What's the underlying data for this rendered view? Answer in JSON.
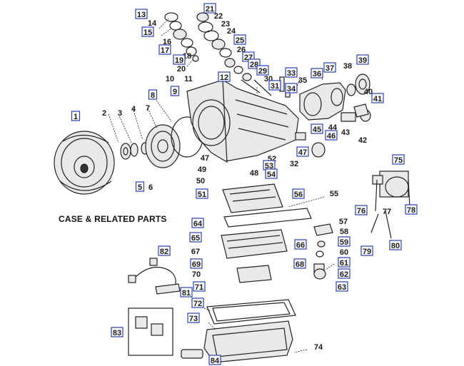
{
  "title": "CASE & RELATED PARTS",
  "labels": [
    {
      "num": "1",
      "boxed": true
    },
    {
      "num": "2",
      "boxed": false
    },
    {
      "num": "3",
      "boxed": false
    },
    {
      "num": "4",
      "boxed": false
    },
    {
      "num": "5",
      "boxed": true
    },
    {
      "num": "6",
      "boxed": false
    },
    {
      "num": "7",
      "boxed": false
    },
    {
      "num": "8",
      "boxed": true
    },
    {
      "num": "9",
      "boxed": true
    },
    {
      "num": "10",
      "boxed": false
    },
    {
      "num": "11",
      "boxed": false
    },
    {
      "num": "12",
      "boxed": true
    },
    {
      "num": "13",
      "boxed": true
    },
    {
      "num": "14",
      "boxed": false
    },
    {
      "num": "15",
      "boxed": true
    },
    {
      "num": "16",
      "boxed": false
    },
    {
      "num": "17",
      "boxed": true
    },
    {
      "num": "18",
      "boxed": false
    },
    {
      "num": "19",
      "boxed": true
    },
    {
      "num": "20",
      "boxed": false
    },
    {
      "num": "21",
      "boxed": true
    },
    {
      "num": "22",
      "boxed": false
    },
    {
      "num": "23",
      "boxed": false
    },
    {
      "num": "24",
      "boxed": false
    },
    {
      "num": "25",
      "boxed": true
    },
    {
      "num": "26",
      "boxed": false
    },
    {
      "num": "27",
      "boxed": true
    },
    {
      "num": "28",
      "boxed": true
    },
    {
      "num": "29",
      "boxed": true
    },
    {
      "num": "30",
      "boxed": false
    },
    {
      "num": "31",
      "boxed": true
    },
    {
      "num": "32",
      "boxed": false
    },
    {
      "num": "33",
      "boxed": true
    },
    {
      "num": "34",
      "boxed": true
    },
    {
      "num": "35",
      "boxed": false
    },
    {
      "num": "36",
      "boxed": true
    },
    {
      "num": "37",
      "boxed": true
    },
    {
      "num": "38",
      "boxed": false
    },
    {
      "num": "39",
      "boxed": true
    },
    {
      "num": "40",
      "boxed": false
    },
    {
      "num": "41",
      "boxed": true
    },
    {
      "num": "42",
      "boxed": false
    },
    {
      "num": "43",
      "boxed": false
    },
    {
      "num": "44",
      "boxed": false
    },
    {
      "num": "45",
      "boxed": true
    },
    {
      "num": "46",
      "boxed": true
    },
    {
      "num": "47",
      "boxed": true
    },
    {
      "num": "47",
      "boxed": false
    },
    {
      "num": "48",
      "boxed": false
    },
    {
      "num": "49",
      "boxed": false
    },
    {
      "num": "50",
      "boxed": false
    },
    {
      "num": "51",
      "boxed": true
    },
    {
      "num": "52",
      "boxed": false
    },
    {
      "num": "53",
      "boxed": true
    },
    {
      "num": "54",
      "boxed": true
    },
    {
      "num": "55",
      "boxed": false
    },
    {
      "num": "56",
      "boxed": true
    },
    {
      "num": "57",
      "boxed": false
    },
    {
      "num": "58",
      "boxed": false
    },
    {
      "num": "59",
      "boxed": true
    },
    {
      "num": "60",
      "boxed": false
    },
    {
      "num": "61",
      "boxed": true
    },
    {
      "num": "62",
      "boxed": true
    },
    {
      "num": "63",
      "boxed": true
    },
    {
      "num": "64",
      "boxed": true
    },
    {
      "num": "65",
      "boxed": true
    },
    {
      "num": "66",
      "boxed": true
    },
    {
      "num": "67",
      "boxed": false
    },
    {
      "num": "68",
      "boxed": true
    },
    {
      "num": "69",
      "boxed": true
    },
    {
      "num": "70",
      "boxed": false
    },
    {
      "num": "71",
      "boxed": true
    },
    {
      "num": "72",
      "boxed": true
    },
    {
      "num": "73",
      "boxed": true
    },
    {
      "num": "74",
      "boxed": false
    },
    {
      "num": "75",
      "boxed": true
    },
    {
      "num": "76",
      "boxed": true
    },
    {
      "num": "77",
      "boxed": false
    },
    {
      "num": "78",
      "boxed": true
    },
    {
      "num": "79",
      "boxed": true
    },
    {
      "num": "80",
      "boxed": true
    },
    {
      "num": "81",
      "boxed": true
    },
    {
      "num": "82",
      "boxed": true
    },
    {
      "num": "83",
      "boxed": true
    },
    {
      "num": "84",
      "boxed": true
    }
  ],
  "colors": {
    "label_box": "#2b3fb0",
    "ink": "#222222",
    "background": "#ffffff"
  }
}
